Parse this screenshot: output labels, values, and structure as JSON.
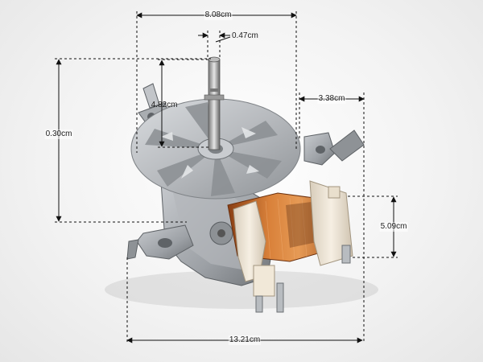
{
  "dimensions": {
    "top_width": "8.08cm",
    "shaft_diameter": "0.47cm",
    "shaft_length": "4.82cm",
    "left_height": "0.30cm",
    "right_offset": "3.38cm",
    "coil_height": "5.09cm",
    "bottom_width": "13.21cm"
  },
  "colors": {
    "fan_metal": "#b9bcbf",
    "housing_metal": "#9a9ea3",
    "copper_coil": "#c8702e",
    "plastic_bobbin": "#efe6d8",
    "dimension_line": "#111111"
  }
}
